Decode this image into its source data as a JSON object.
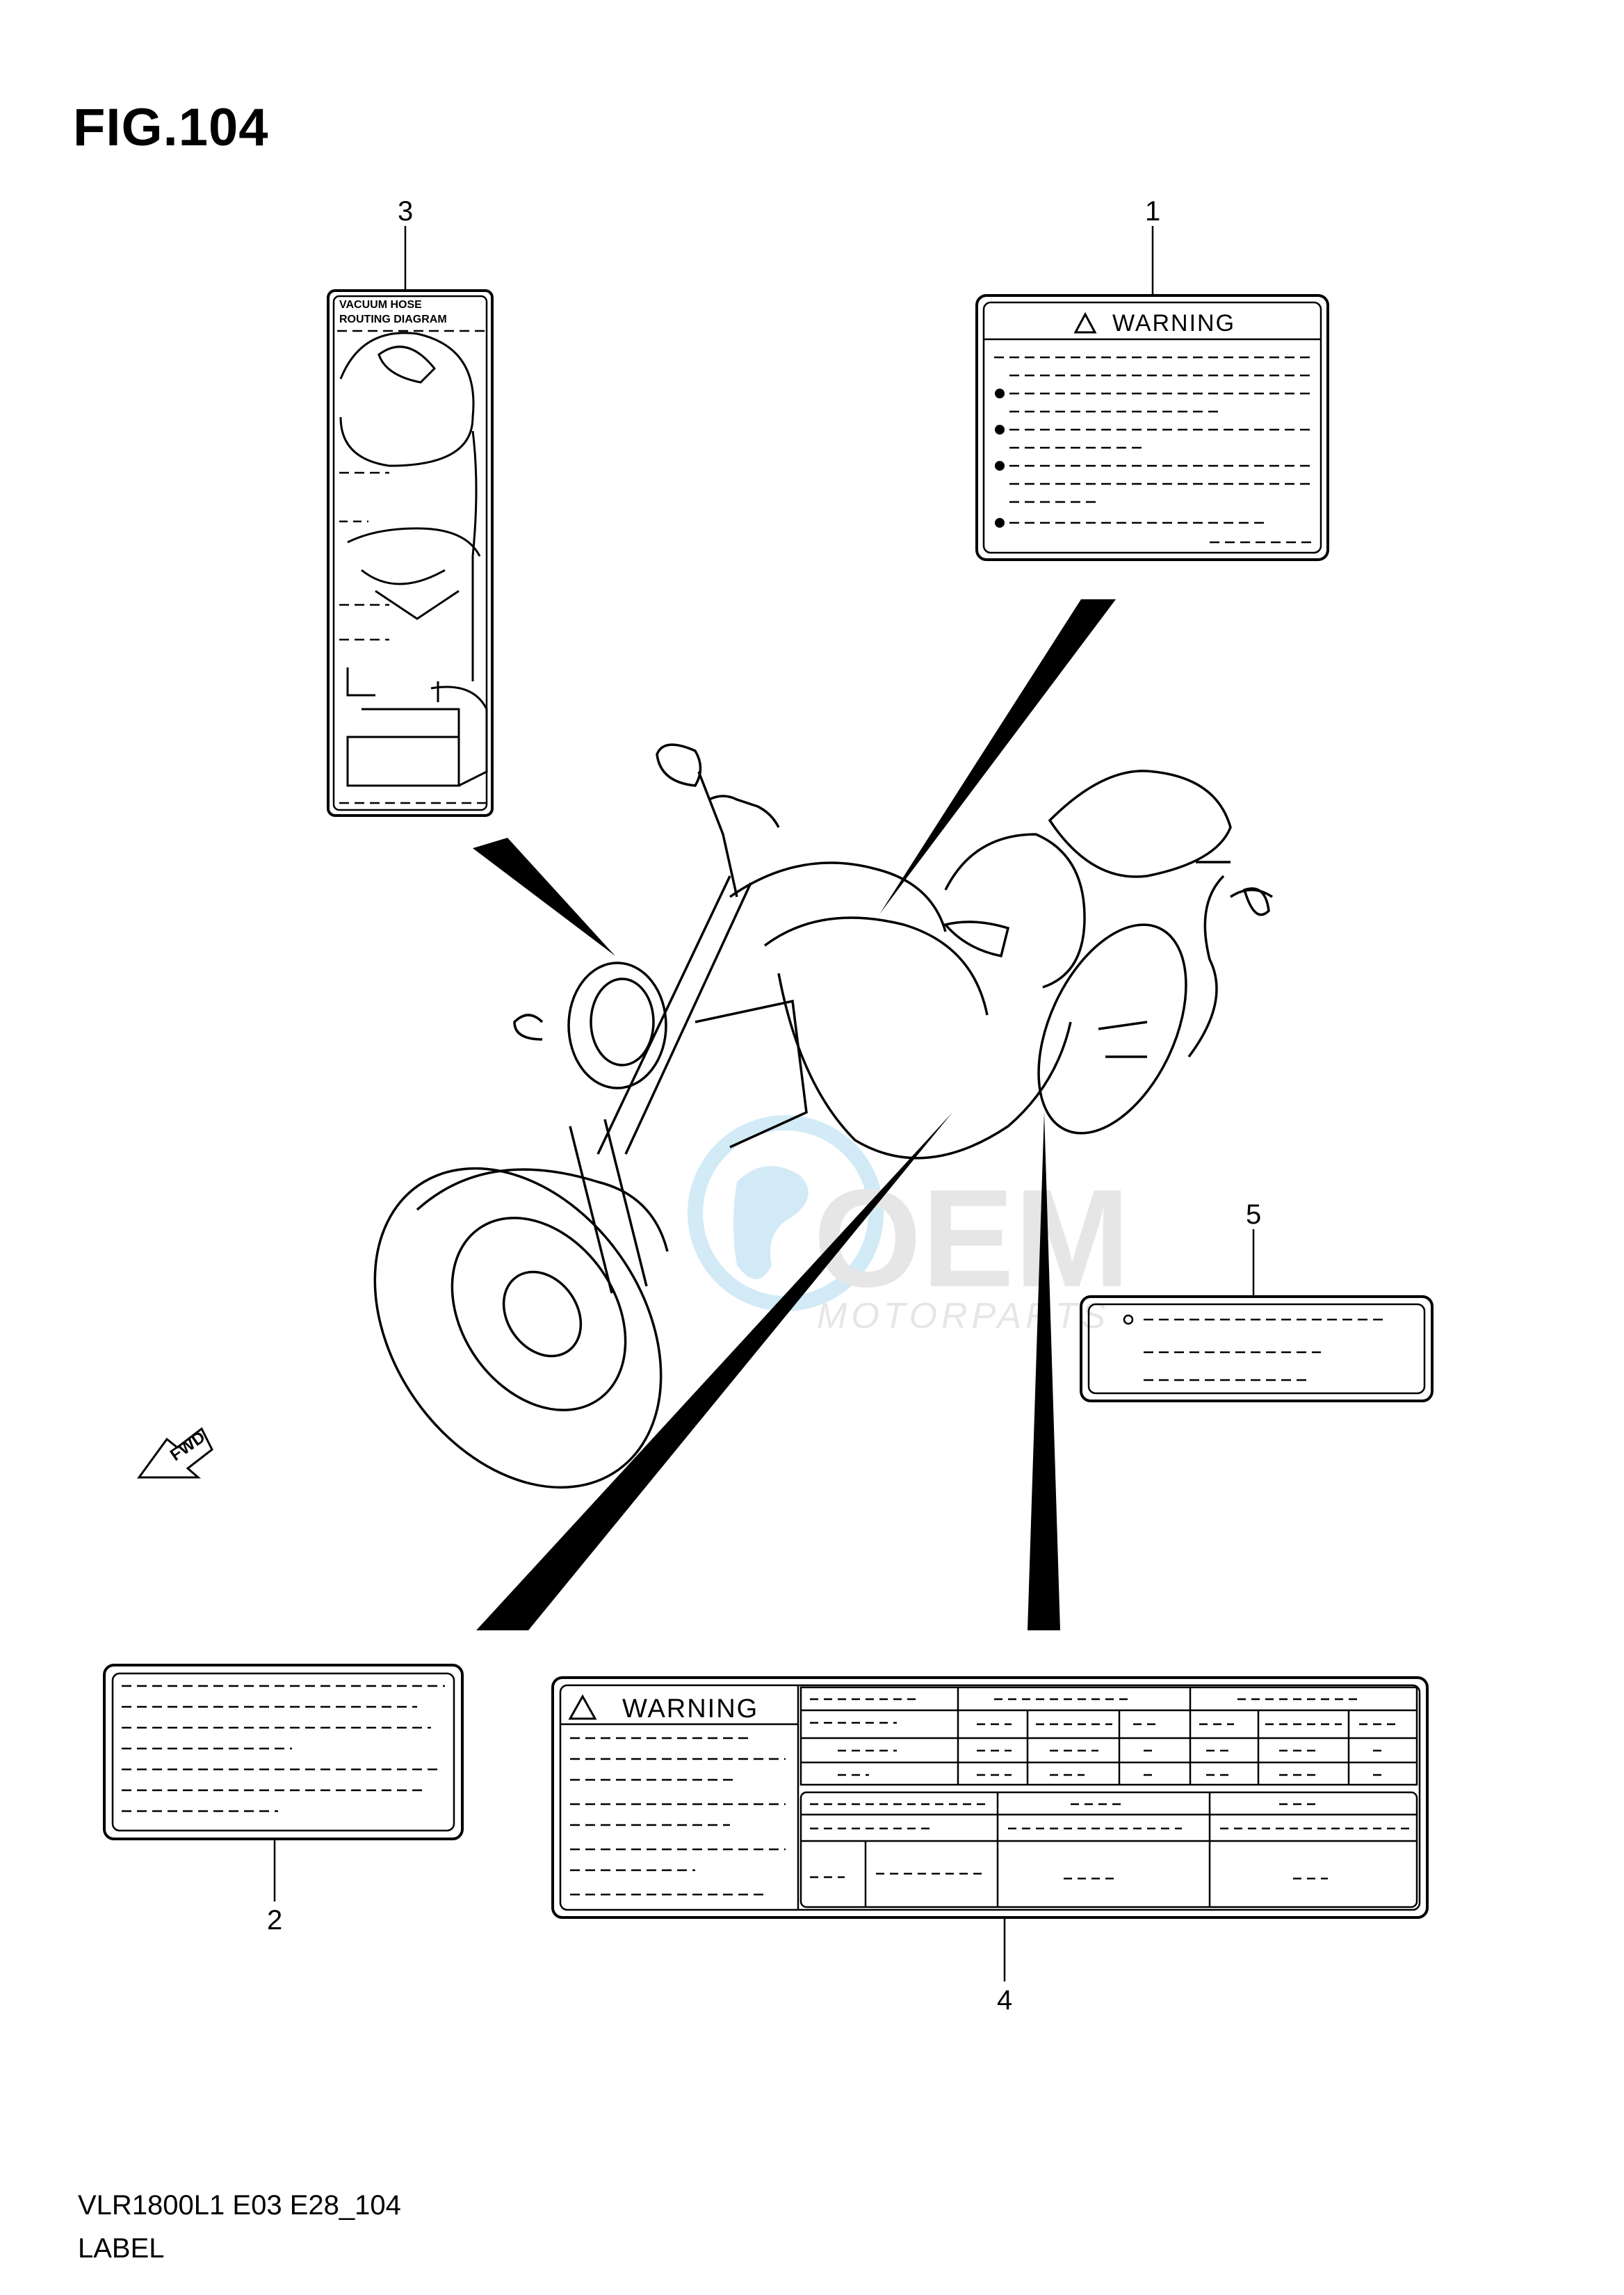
{
  "figure": {
    "title": "FIG.104"
  },
  "callouts": [
    "1",
    "2",
    "3",
    "4",
    "5"
  ],
  "labels": {
    "vacuum_title_line1": "VACUUM HOSE",
    "vacuum_title_line2": "ROUTING DIAGRAM",
    "warning_text": "WARNING",
    "fwd_text": "FWD"
  },
  "watermark": {
    "brand": "OEM",
    "sub": "MOTORPARTS"
  },
  "footer": {
    "model_code": "VLR1800L1 E03 E28_104",
    "section": "LABEL"
  }
}
